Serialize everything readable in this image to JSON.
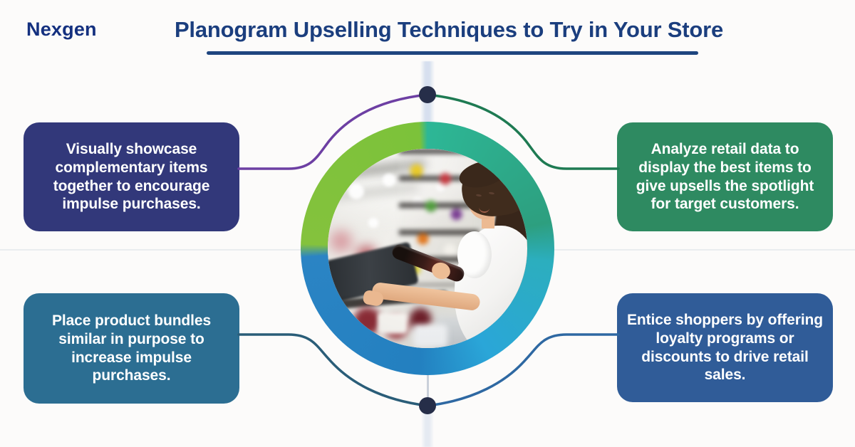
{
  "brand": "Nexgen",
  "header": {
    "title": "Planogram Upselling Techniques to Try in Your Store",
    "title_color": "#1b3e7e",
    "underline_color": "#1e457f",
    "brand_color": "#14307f"
  },
  "cards": {
    "top_left": {
      "text": "Visually showcase complementary items together to encourage impulse purchases.",
      "bg": "#32387a",
      "connector": "#6d3fa3"
    },
    "top_right": {
      "text": "Analyze retail data to display the best items to give upsells the spotlight for target customers.",
      "bg": "#2e8a61",
      "connector": "#1e7a52"
    },
    "bottom_left": {
      "text": "Place product bundles similar in purpose to increase impulse purchases.",
      "bg": "#2c6e92",
      "connector": "#2a5d78"
    },
    "bottom_right": {
      "text": "Entice shoppers by offering loyalty programs or discounts to drive retail sales.",
      "bg": "#305c98",
      "connector": "#2e68a2"
    }
  },
  "center": {
    "photo_description": "Smiling woman picking a bottle from a grocery store shelf",
    "ring_colors": {
      "top_left": "#7cc23a",
      "top_right": "#2db796",
      "bottom_right": "#2aa6d8",
      "bottom_left": "#2b84c4"
    },
    "dot_color": "#262e49"
  }
}
